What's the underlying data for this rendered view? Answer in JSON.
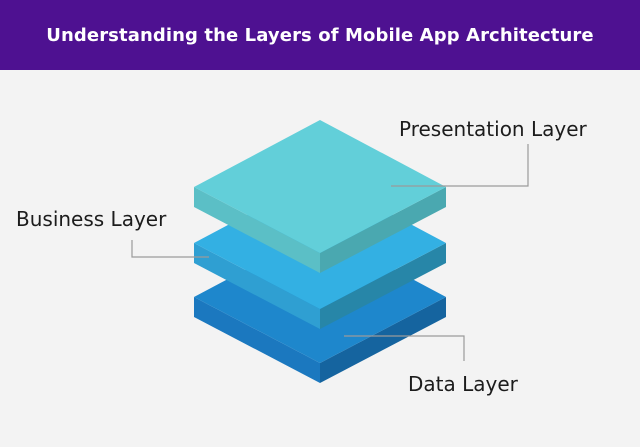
{
  "header": {
    "title": "Understanding the Layers of Mobile App Architecture",
    "background": "#4e1191"
  },
  "layers": [
    {
      "name": "Presentation Layer",
      "top": "#62cfd9",
      "left": "#5bbfc6",
      "right": "#4aa8b0"
    },
    {
      "name": "Business Layer",
      "top": "#33b0e3",
      "left": "#2f9fd2",
      "right": "#2786a8"
    },
    {
      "name": "Data Layer",
      "top": "#1e87cc",
      "left": "#1b78bf",
      "right": "#15649f"
    }
  ],
  "labels": {
    "presentation": "Presentation Layer",
    "business": "Business Layer",
    "data": "Data Layer"
  },
  "connector_color": "#9a9a9a"
}
